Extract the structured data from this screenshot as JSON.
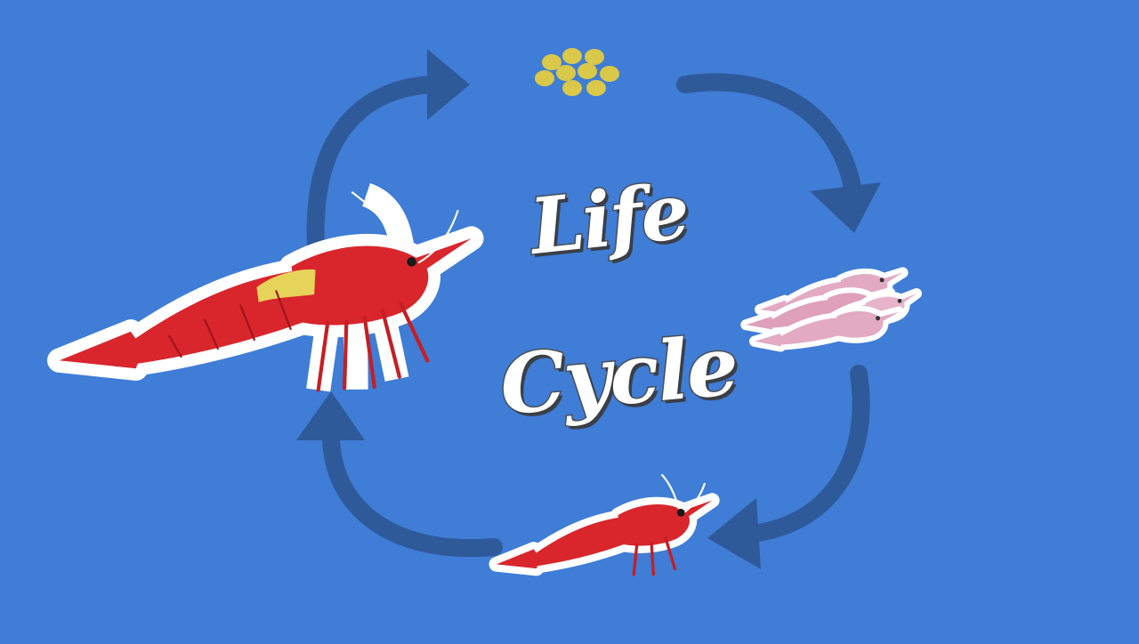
{
  "title": {
    "line1": "Life",
    "line2": "Cycle"
  },
  "stages": [
    {
      "name": "eggs-cluster",
      "icon": "egg-cluster-icon"
    },
    {
      "name": "juvenile-shrimp-group",
      "icon": "pink-shrimp-group-icon"
    },
    {
      "name": "young-shrimp",
      "icon": "red-shrimp-small-icon"
    },
    {
      "name": "adult-berried-shrimp",
      "icon": "red-shrimp-large-icon"
    }
  ],
  "colors": {
    "background": "#3f7dd6",
    "arrow": "#2e5a99",
    "egg": "#d9c84a",
    "shrimp_red": "#d8262c",
    "shrimp_pink": "#e3aac3",
    "saddle": "#e6d35a",
    "title_fill": "#ffffff",
    "title_outline": "#4a4f57"
  }
}
